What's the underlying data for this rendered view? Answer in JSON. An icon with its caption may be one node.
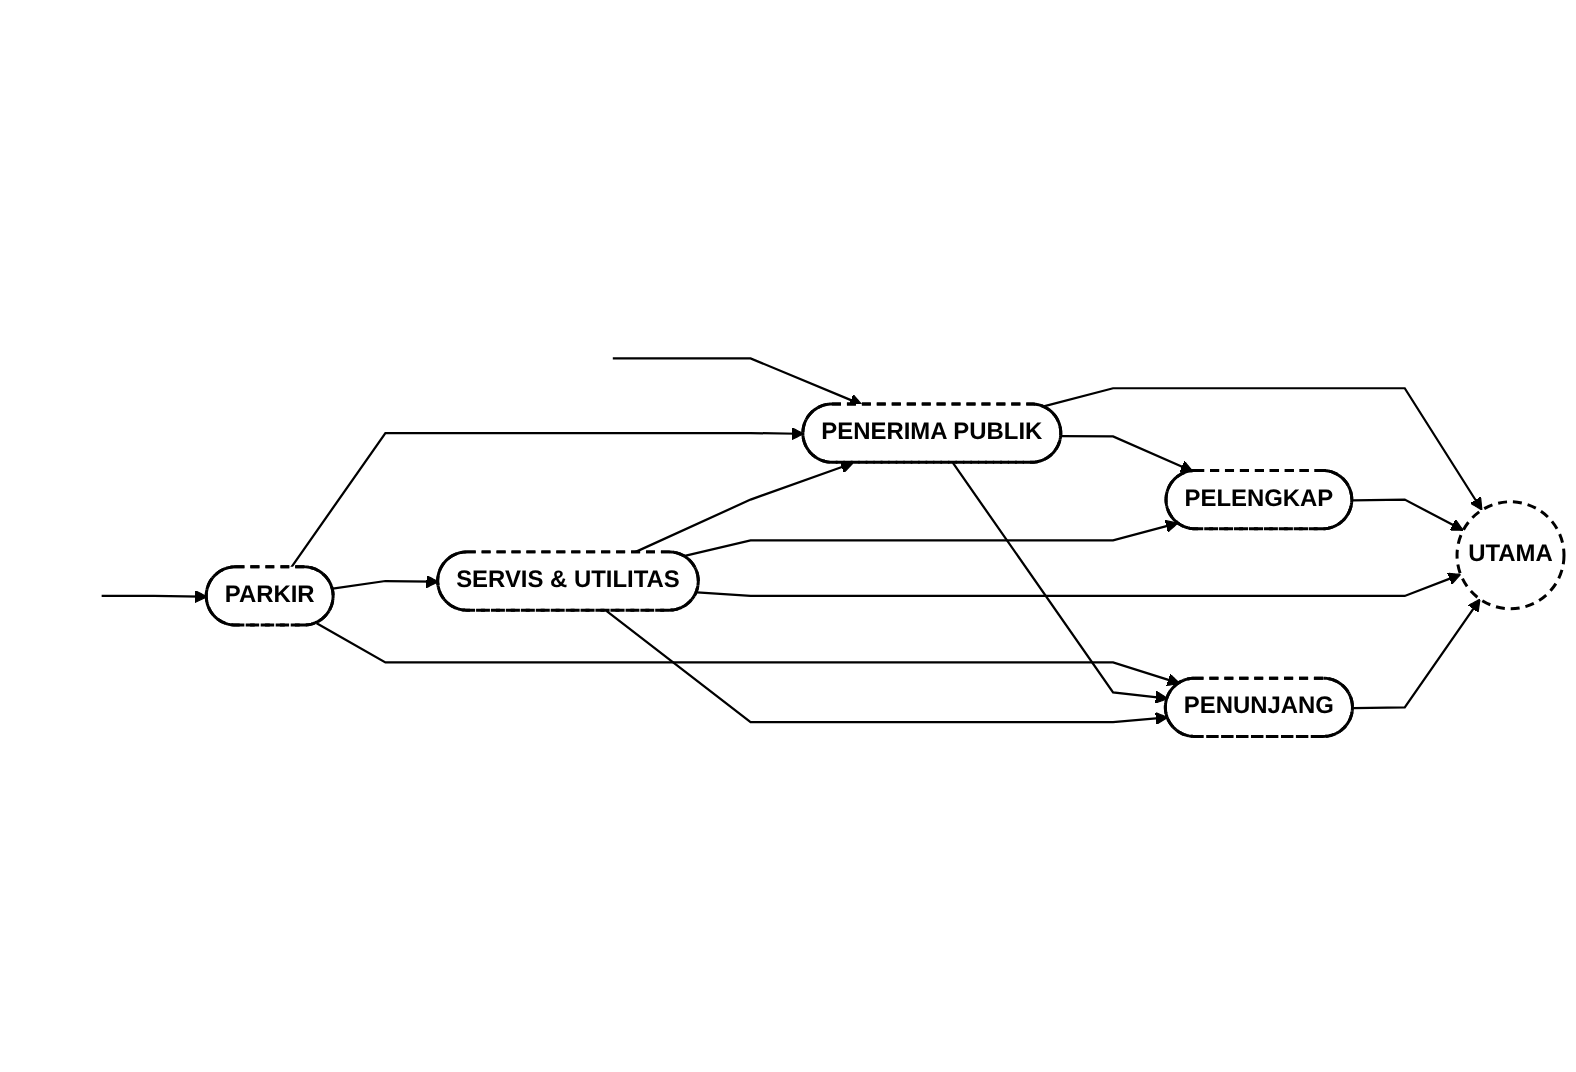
{
  "diagram": {
    "nodes": [
      {
        "text": [
          "PELENGKAP"
        ]
      },
      {
        "text": [
          "PENERIMA PUBLIK"
        ]
      },
      {
        "text": [
          "UTAMA"
        ]
      },
      {
        "text": [
          "SERVIS & UTILITAS"
        ]
      },
      {
        "text": [
          "PARKIR"
        ]
      },
      {
        "text": [
          "PENUNJANG"
        ]
      }
    ],
    "edges": [
      {
        "from": null,
        "to": 1,
        "arrow": "to"
      },
      {
        "from": null,
        "to": 4,
        "arrow": "to"
      },
      {
        "from": 4,
        "to": 1,
        "arrow": "to"
      },
      {
        "from": 4,
        "to": 5,
        "arrow": "to"
      },
      {
        "from": 4,
        "to": 3,
        "arrow": "to"
      },
      {
        "from": 3,
        "to": 1,
        "arrow": "to"
      },
      {
        "from": 1,
        "to": 0,
        "arrow": "to"
      },
      {
        "from": 1,
        "to": 2,
        "arrow": "to"
      },
      {
        "from": 1,
        "to": 5,
        "arrow": "to"
      },
      {
        "from": 0,
        "to": 2,
        "arrow": "to"
      },
      {
        "from": 3,
        "to": 0,
        "arrow": "to"
      },
      {
        "from": 3,
        "to": 2,
        "arrow": "to"
      },
      {
        "from": 3,
        "to": 5,
        "arrow": "to"
      },
      {
        "from": 5,
        "to": 2,
        "arrow": "to"
      }
    ]
  }
}
